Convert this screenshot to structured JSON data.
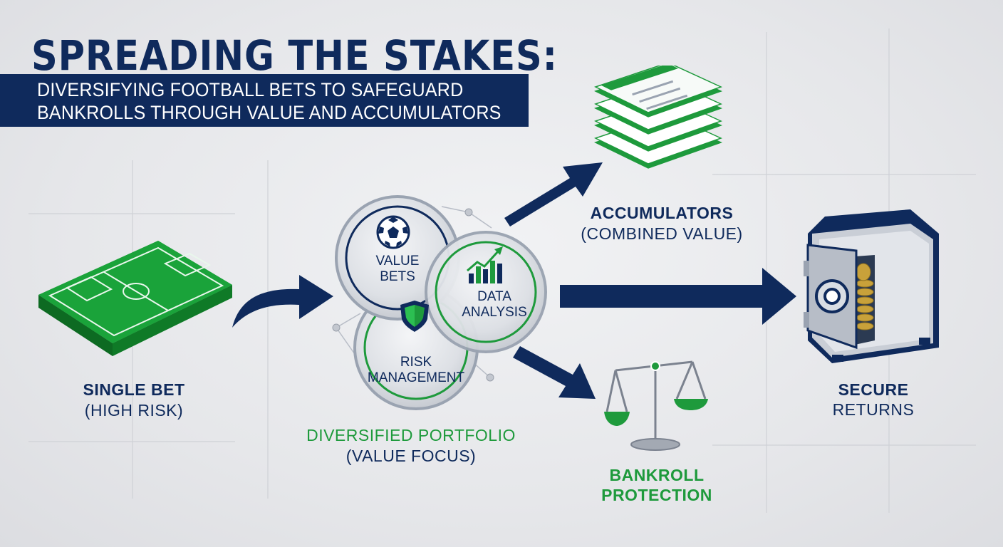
{
  "title": "SPREADING THE STAKES:",
  "subtitle": {
    "line1": "DIVERSIFYING FOOTBALL BETS TO SAFEGUARD",
    "line2": "BANKROLLS THROUGH VALUE AND ACCUMULATORS"
  },
  "single_bet": {
    "line1": "SINGLE BET",
    "line2": "(HIGH RISK)"
  },
  "portfolio": {
    "line1": "DIVERSIFIED PORTFOLIO",
    "line2": "(VALUE FOCUS)",
    "circles": {
      "value": {
        "line1": "VALUE",
        "line2": "BETS"
      },
      "data": {
        "line1": "DATA",
        "line2": "ANALYSIS"
      },
      "risk": {
        "line1": "RISK",
        "line2": "MANAGEMENT"
      }
    }
  },
  "accumulators": {
    "line1": "ACCUMULATORS",
    "line2": "(COMBINED VALUE)"
  },
  "bankroll": {
    "line1": "BANKROLL",
    "line2": "PROTECTION"
  },
  "secure": {
    "line1": "SECURE",
    "line2": "RETURNS"
  },
  "colors": {
    "navy": "#0f2a5c",
    "green": "#1e9a3c",
    "background": "#e6e7ea"
  },
  "icons": [
    "football-pitch-icon",
    "soccer-ball-icon",
    "bar-chart-up-icon",
    "shield-icon",
    "bet-slips-icon",
    "balance-scale-icon",
    "safe-with-coins-icon"
  ]
}
